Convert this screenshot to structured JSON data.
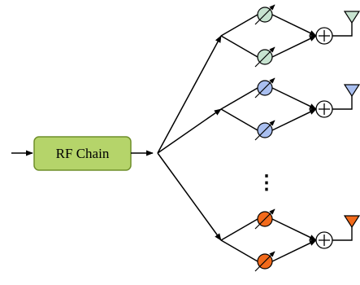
{
  "rf_chain": {
    "label": "RF Chain",
    "fill": "#b5d46a",
    "stroke": "#6f8f2a"
  },
  "ellipsis": "⋮",
  "branches": [
    {
      "name": "branch-1",
      "shifter_fill": "#c7e3d0",
      "antenna_fill": "#c7e3d0"
    },
    {
      "name": "branch-2",
      "shifter_fill": "#a9bff0",
      "antenna_fill": "#a9bff0"
    },
    {
      "name": "branch-3",
      "shifter_fill": "#f26a1b",
      "antenna_fill": "#f26a1b"
    }
  ]
}
